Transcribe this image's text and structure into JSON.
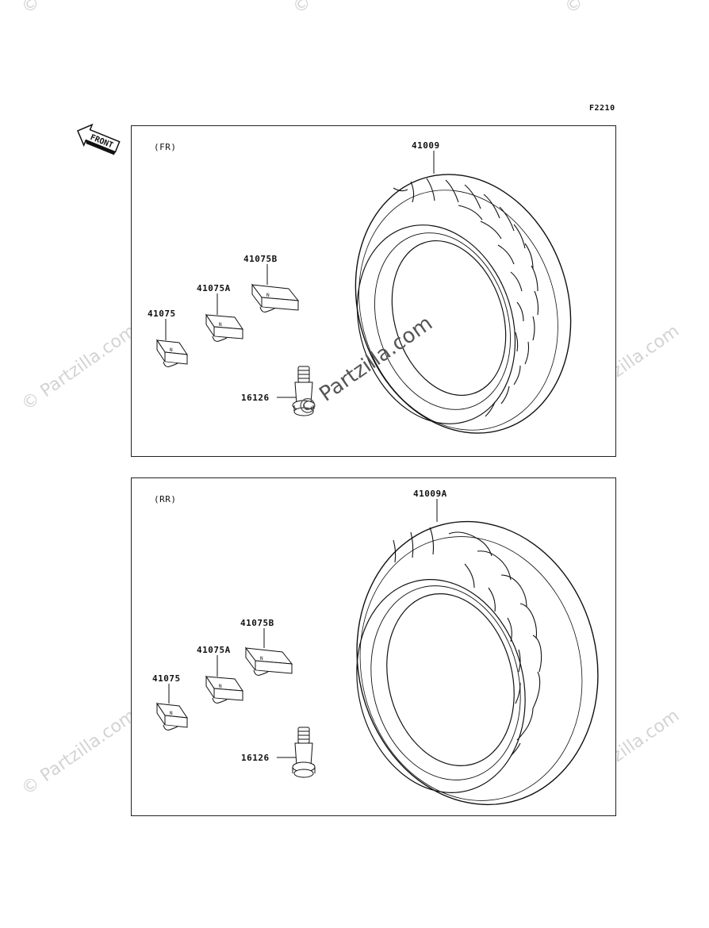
{
  "figure_code": "F2210",
  "front_arrow": {
    "text": "FRONT",
    "icon": "front-direction-arrow-icon"
  },
  "watermark": "© Partzilla.com",
  "panels": [
    {
      "id": "front",
      "title": "(FR)",
      "parts": {
        "tire": "41009",
        "weight": "41075",
        "weight_a": "41075A",
        "weight_b": "41075B",
        "valve": "16126"
      }
    },
    {
      "id": "rear",
      "title": "(RR)",
      "parts": {
        "tire": "41009A",
        "weight": "41075",
        "weight_a": "41075A",
        "weight_b": "41075B",
        "valve": "16126"
      }
    }
  ]
}
